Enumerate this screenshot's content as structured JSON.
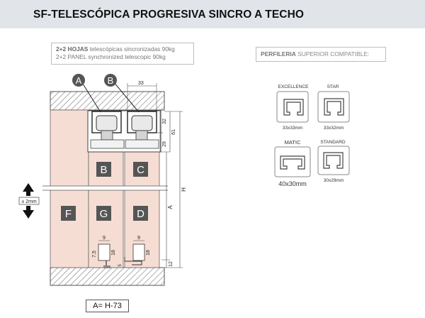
{
  "title": "SF-TELESCÓPICA PROGRESIVA SINCRO A TECHO",
  "spec": {
    "line1_bold": "2+2 HOJAS",
    "line1_rest": " telescópicas sincronizadas 90kg",
    "line2": "2+2 PANEL synchronized telescopic 90kg"
  },
  "perfileria": {
    "bold": "PERFILERIA",
    "rest": " SUPERIOR COMPATIBLE:"
  },
  "profiles": [
    {
      "name": "EXCELLENCE",
      "size": "33x33mm"
    },
    {
      "name": "STAR",
      "size": "33x32mm"
    },
    {
      "name": "MATIC",
      "size": "40x30mm"
    },
    {
      "name": "STANDARD",
      "size": "30x29mm"
    }
  ],
  "track_labels": [
    "A",
    "B"
  ],
  "panel_labels": {
    "B": "B",
    "C": "C",
    "D": "D",
    "F": "F",
    "G": "G"
  },
  "dimensions": {
    "top_width": "33",
    "d32": "32",
    "d61": "61",
    "d29": "29",
    "H": "H",
    "A": "A",
    "d12": "12",
    "d9_left": "9",
    "d9_right": "9",
    "d18_left": "18",
    "d18_right": "18",
    "d7_5": "7,5",
    "d5": "5"
  },
  "tolerance": "± 2mm",
  "formula": "A= H-73",
  "colors": {
    "panel_fill": "#f6ddd3",
    "label_box": "#555555",
    "hatch": "#8c8c8c",
    "title_bg": "#e1e5ea"
  }
}
